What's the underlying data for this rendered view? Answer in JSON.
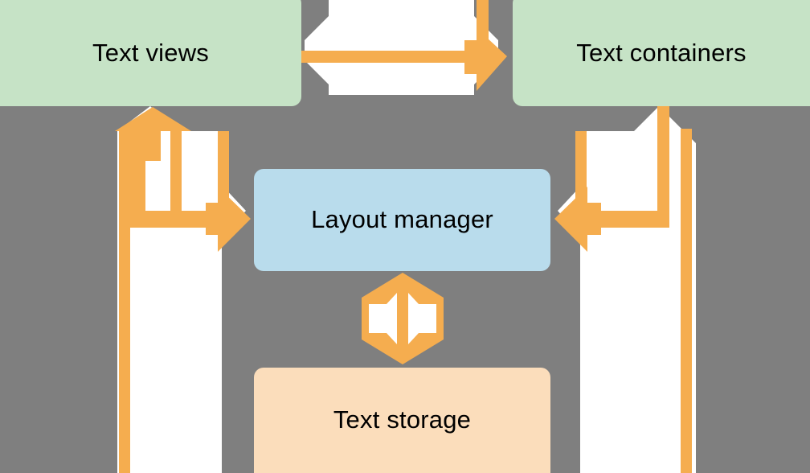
{
  "diagram": {
    "title": "Text views",
    "background_color": "#7f7f7f",
    "accent_color": "#f5ad4f",
    "halo_color": "#ffffff",
    "nodes": [
      {
        "id": "text-views",
        "label": "Text views",
        "color": "#c6e3c6",
        "shape": "rounded-rect"
      },
      {
        "id": "text-containers",
        "label": "Text containers",
        "color": "#c6e3c6",
        "shape": "rounded-rect"
      },
      {
        "id": "layout-manager",
        "label": "Layout manager",
        "color": "#b9dcec",
        "shape": "rounded-rect"
      },
      {
        "id": "text-storage",
        "label": "Text storage",
        "color": "#fbddbb",
        "shape": "rounded-rect"
      }
    ],
    "connections": [
      {
        "id": "views-to-containers",
        "from": "text-views",
        "to": "text-containers",
        "direction": "one-way",
        "orientation": "horizontal",
        "color": "#f5ad4f"
      },
      {
        "id": "layoutmanager-to-views",
        "from": "layout-manager",
        "to": "text-views",
        "direction": "one-way",
        "orientation": "elbow-up-left",
        "color": "#f5ad4f"
      },
      {
        "id": "views-to-layoutmanager",
        "from": "text-views",
        "to": "layout-manager",
        "direction": "one-way",
        "orientation": "elbow-down-right",
        "color": "#f5ad4f"
      },
      {
        "id": "containers-to-layoutmanager",
        "from": "text-containers",
        "to": "layout-manager",
        "direction": "one-way",
        "orientation": "elbow-down-left",
        "color": "#f5ad4f"
      },
      {
        "id": "layoutmanager-to-containers",
        "from": "layout-manager",
        "to": "text-containers",
        "direction": "one-way",
        "orientation": "elbow-up-right",
        "color": "#f5ad4f"
      },
      {
        "id": "layoutmanager-textstorage",
        "from": "layout-manager",
        "to": "text-storage",
        "direction": "two-way",
        "orientation": "vertical",
        "color": "#f5ad4f"
      }
    ]
  }
}
